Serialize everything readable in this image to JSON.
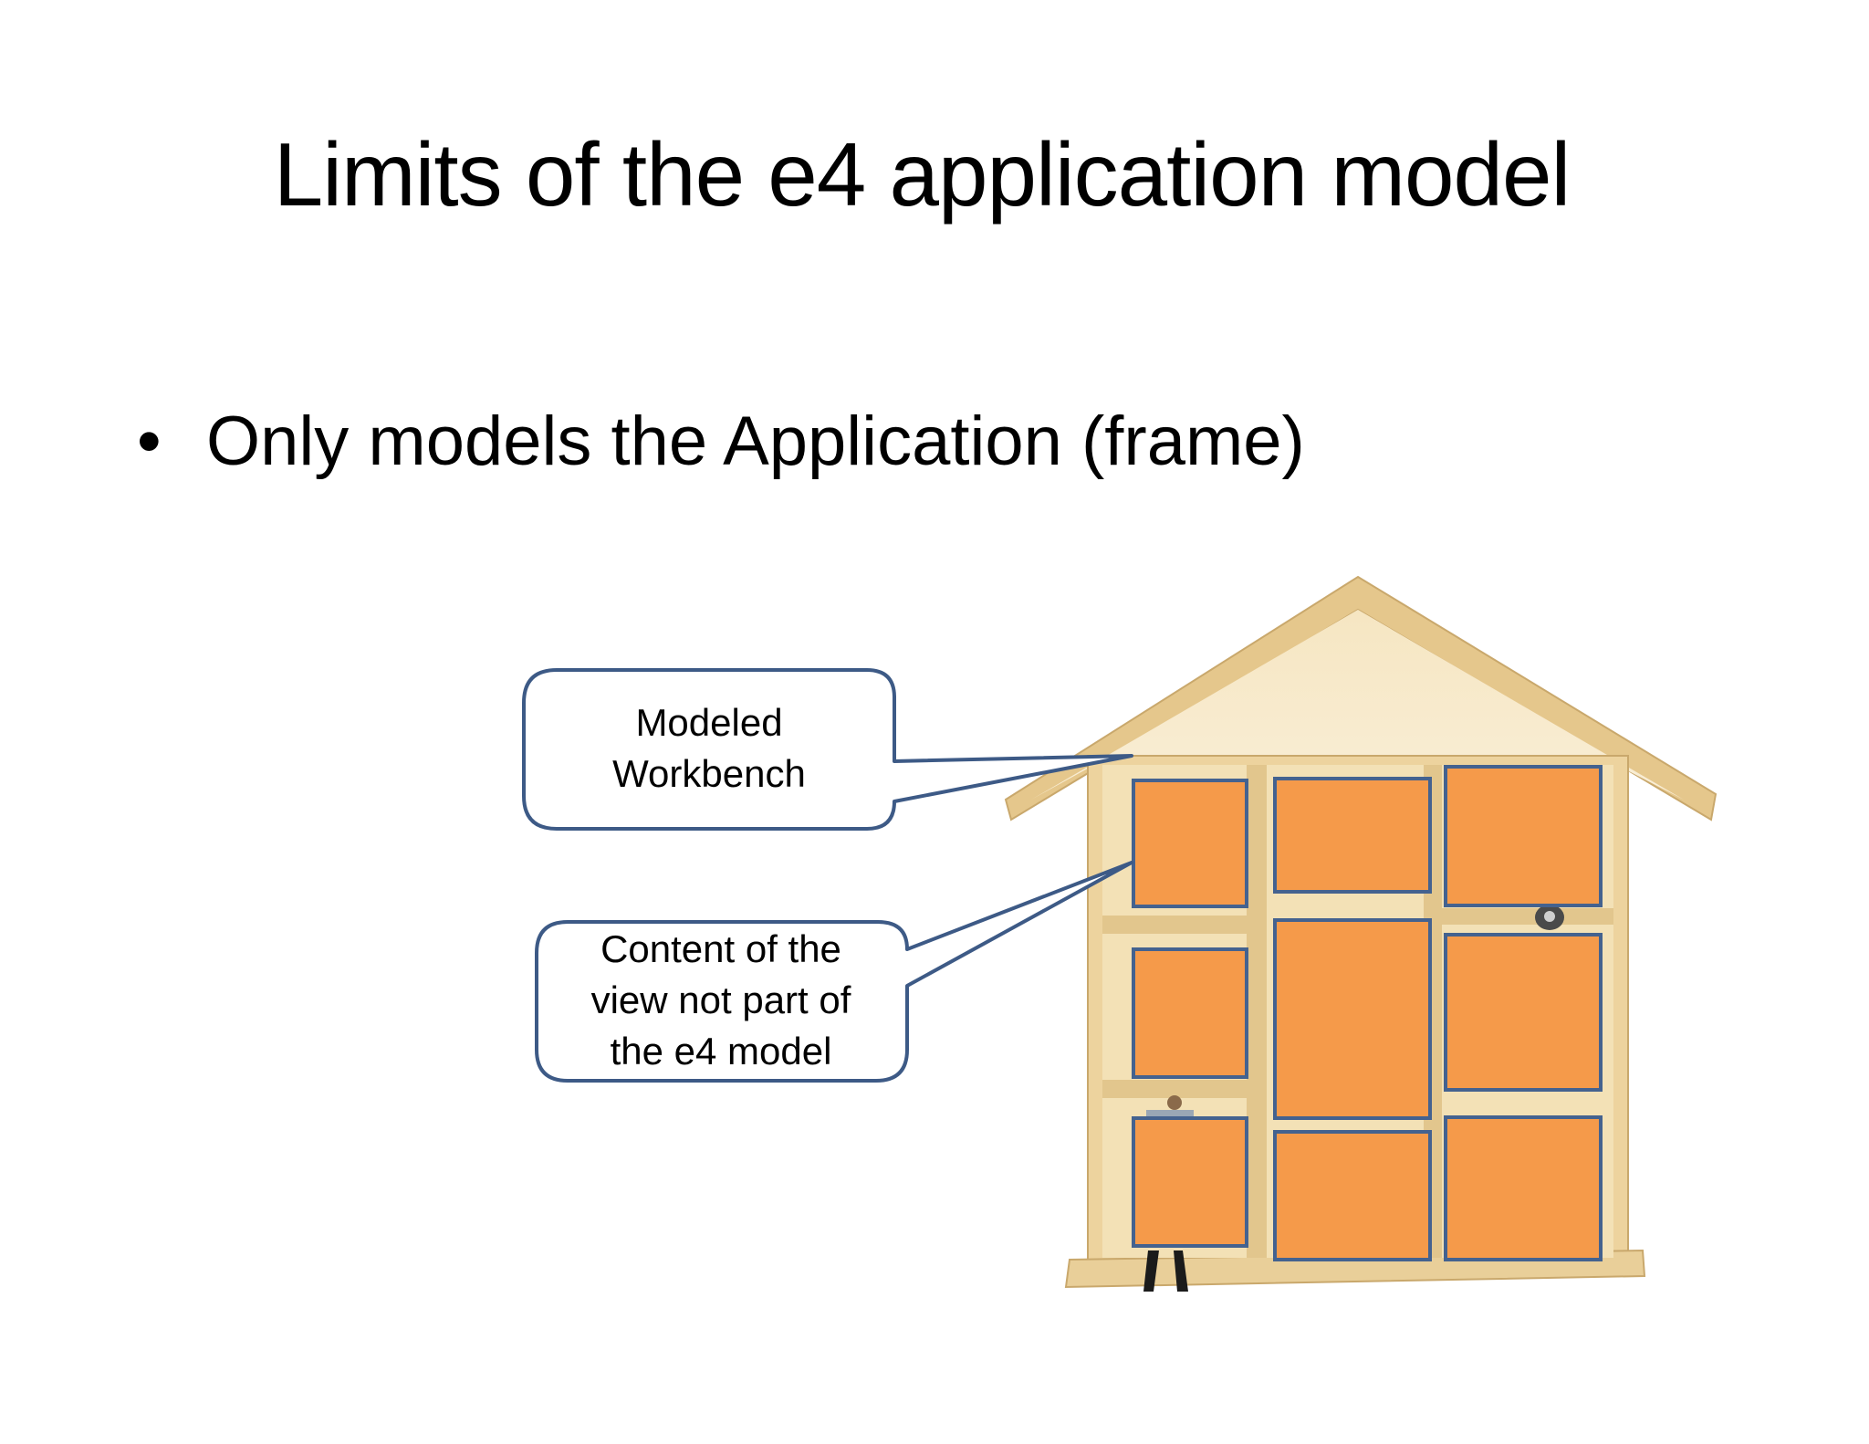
{
  "slide": {
    "title": "Limits of the e4 application model",
    "bullets": [
      {
        "symbol": "•",
        "text": "Only models the Application (frame)"
      }
    ]
  },
  "diagram": {
    "callouts": [
      {
        "id": "modeled",
        "lines": [
          "Modeled",
          "Workbench"
        ]
      },
      {
        "id": "content",
        "lines": [
          "Content of the",
          "view not part of",
          "the e4 model"
        ]
      }
    ],
    "colors": {
      "part_fill": "#F59A4A",
      "part_stroke": "#44628F",
      "wood": "#EDD39E",
      "wood_dark": "#D7B97E",
      "callout_stroke": "#3D5A86"
    }
  }
}
